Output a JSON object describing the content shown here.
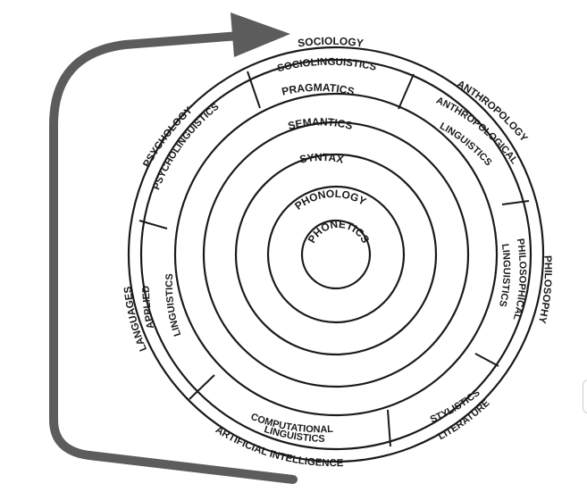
{
  "diagram": {
    "core": [
      "PHONETICS",
      "PHONOLOGY",
      "SYNTAX",
      "SEMANTICS",
      "PRAGMATICS"
    ],
    "segments": [
      {
        "inner": "SOCIOLINGUISTICS",
        "outer": "SOCIOLOGY"
      },
      {
        "inner": "ANTHROPOLOGICAL",
        "inner2": "LINGUISTICS",
        "outer": "ANTHROPOLOGY"
      },
      {
        "inner": "PHILOSOPHICAL",
        "inner2": "LINGUISTICS",
        "outer": "PHILOSOPHY"
      },
      {
        "inner": "STYLISTICS",
        "outer": "LITERATURE"
      },
      {
        "inner": "COMPUTATIONAL",
        "inner2": "LINGUISTICS",
        "outer": "ARTIFICIAL INTELLIGENCE"
      },
      {
        "inner": "APPLIED",
        "inner2": "LINGUISTICS",
        "outer": "LANGUAGES"
      },
      {
        "inner": "PSYCHOLINGUISTICS",
        "outer": "PSYCHOLOGY"
      }
    ]
  },
  "colors": {
    "arrow": "#5c5c5c",
    "ink": "#1a1a1a"
  }
}
